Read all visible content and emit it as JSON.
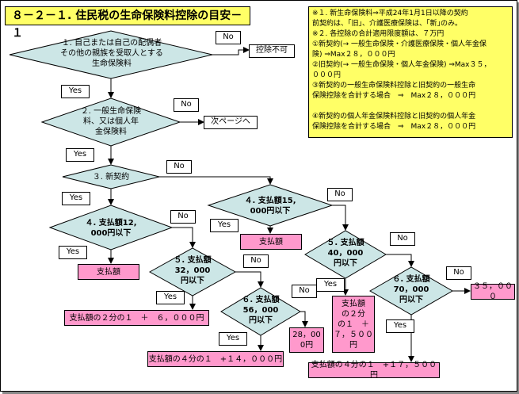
{
  "title": "８－２－１. 住民税の生命保険料控除の目安－１",
  "note": [
    "※１. 新生命保険料⇒平成24年1月1日以降の契約",
    "前契約は、｢旧｣、介護医療保険は、｢新｣のみ。",
    "※２. 各控除の合計適用限度額は、７万円",
    "①新契約(→ 一般生命保険・介護医療保険・個人年金保",
    "険) ⇒Max２８，０００円",
    "②旧契約(→ 一般生命保険・個人年金保険) ⇒Max３５，",
    "０００円",
    "③新契約の一般生命保険料控除と旧契約の一般生命",
    "保険控除を合計する場合　⇒　Max２８，０００円",
    "",
    "④新契約の個人年金保険料控除と旧契約の個人年金",
    "保険控除を合計する場合　⇒　Max２８，０００円"
  ],
  "decisions": {
    "d1": [
      "１. 自己または自己の配偶者",
      "その他の親族を受取人とする",
      "生命保険料"
    ],
    "d2": [
      "２. 一般生命保険",
      "料、又は個人年",
      "金保険料"
    ],
    "d3": [
      "３. 新契約"
    ],
    "d4": [
      "４. 支払額12,",
      "000円以下"
    ],
    "d5": [
      "５. 支払額",
      "32，000",
      "円以下"
    ],
    "d6": [
      "６. 支払額",
      "56，000",
      "円以下"
    ],
    "d4b": [
      "４. 支払額15,",
      "000円以下"
    ],
    "d5b": [
      "５. 支払額",
      "40，000",
      "円以下"
    ],
    "d6b": [
      "６. 支払額",
      "70，000",
      "円以下"
    ]
  },
  "yes": "Yes",
  "no": "No",
  "outcomes": {
    "deny": "控除不可",
    "next_page": "次ページへ",
    "new_pay": "支払額",
    "new_half": "支払額の２分の１　＋　６，０００円",
    "new_28000": [
      "28，00",
      "0円"
    ],
    "new_quarter": "支払額の４分の１　+１４，０００円",
    "old_pay": "支払額",
    "old_half": [
      "支払額",
      "の２分",
      "の１　＋",
      "７，５００",
      "円"
    ],
    "old_35000": "３５，０００",
    "old_quarter": "支払額の４分の１　+１７，５００円"
  },
  "colors": {
    "title_bg": "#ffff66",
    "diamond": "#cce6e6",
    "outcome": "#ff99cc",
    "box": "#ffffff"
  }
}
